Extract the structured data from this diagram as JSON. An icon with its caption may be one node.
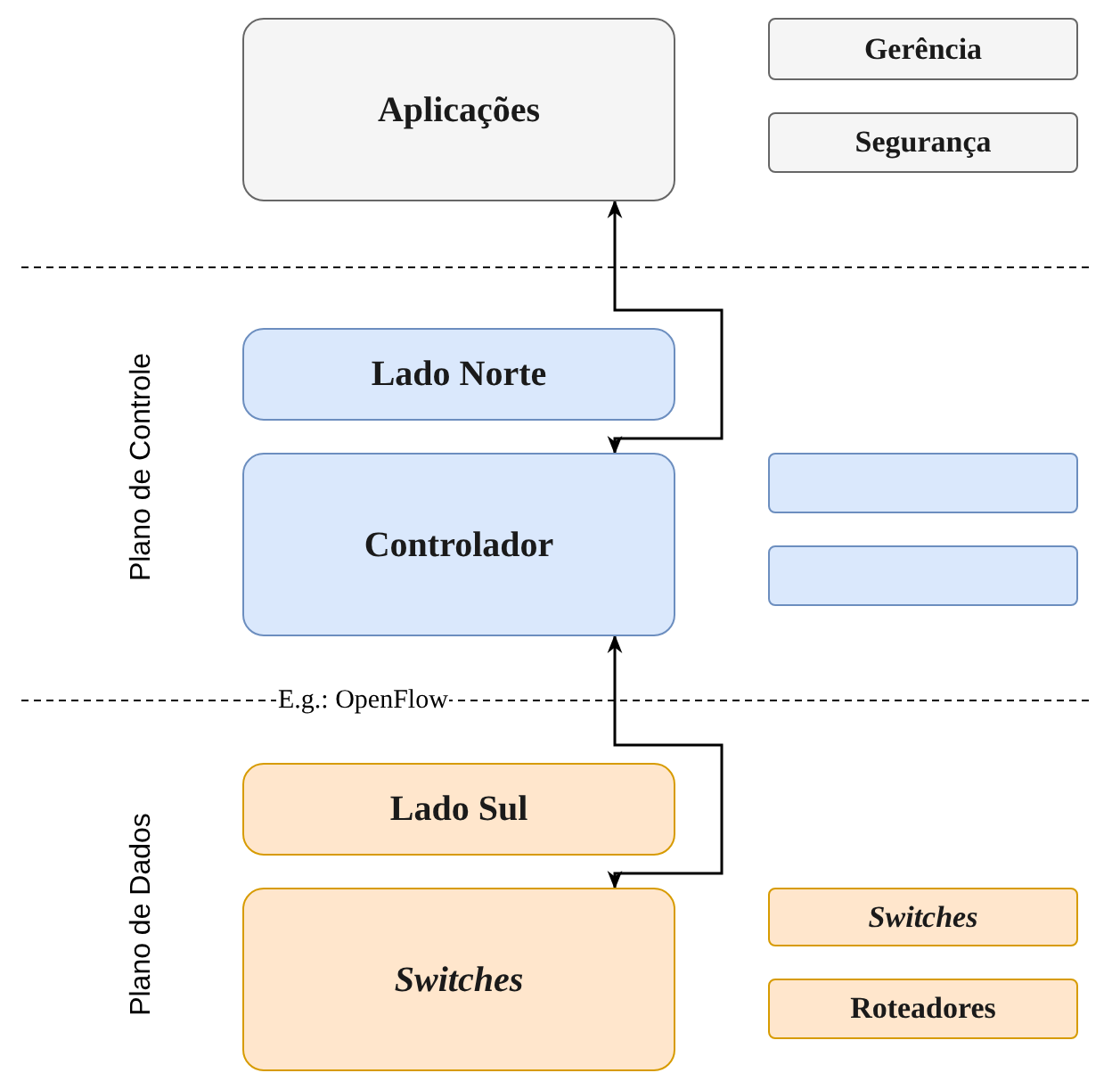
{
  "diagram": {
    "nodes": [
      {
        "text": [
          "Aplicações"
        ]
      },
      {
        "text": [
          "Gerência"
        ]
      },
      {
        "text": [
          "Segurança"
        ]
      },
      {
        "text": [
          "Lado Norte"
        ]
      },
      {
        "text": [
          "Controlador"
        ]
      },
      {
        "text": [],
        "shape": "box"
      },
      {
        "text": [],
        "shape": "box"
      },
      {
        "text": [
          "Lado Sul"
        ]
      },
      {
        "text": [
          "Switches"
        ]
      },
      {
        "text": [
          "Switches"
        ]
      },
      {
        "text": [
          "Roteadores"
        ]
      }
    ],
    "edges": [
      {
        "from": 0,
        "to": 4,
        "arrow": "both"
      },
      {
        "from": 4,
        "to": 8,
        "arrow": "both"
      }
    ],
    "labels": [
      "Plano de Controle",
      "E.g.: OpenFlow",
      "Plano de Dados"
    ]
  }
}
